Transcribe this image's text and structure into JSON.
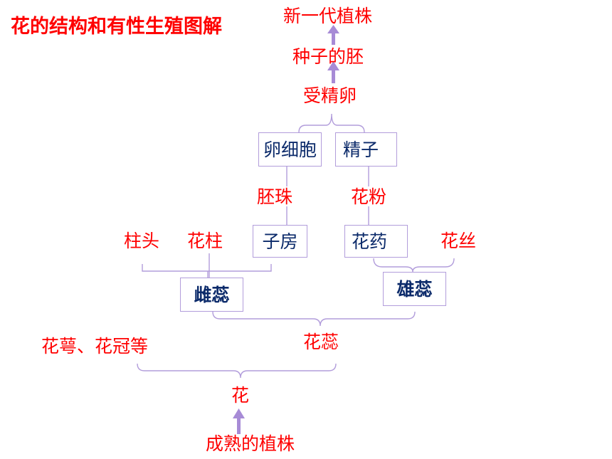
{
  "title": "花的结构和有性生殖图解",
  "colors": {
    "red": "#ff0000",
    "navy": "#0b2a6a",
    "line": "#b29ddb",
    "arrow": "#a78bd6"
  },
  "nodes": {
    "new_plant": "新一代植株",
    "embryo": "种子的胚",
    "zygote": "受精卵",
    "egg_cell": "卵细胞",
    "sperm": "精子",
    "ovule": "胚珠",
    "pollen": "花粉",
    "stigma": "柱头",
    "style": "花柱",
    "ovary": "子房",
    "anther": "花药",
    "filament": "花丝",
    "pistil": "雌蕊",
    "stamen": "雄蕊",
    "others": "花萼、花冠等",
    "stamens_pistils": "花蕊",
    "flower": "花",
    "mature_plant": "成熟的植株"
  }
}
